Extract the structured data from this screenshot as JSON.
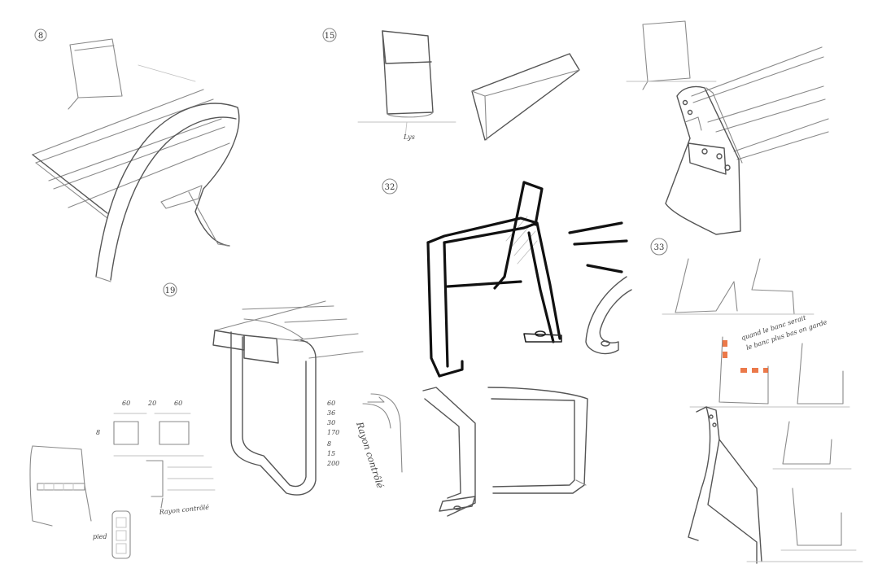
{
  "sheet": {
    "sketch_numbers": {
      "s8": "8",
      "s15": "15",
      "s19": "19",
      "s32": "32",
      "s33": "33"
    },
    "dimension_labels": {
      "top": [
        "60",
        "20",
        "60"
      ],
      "left": "8",
      "column": [
        "60",
        "36",
        "30",
        "170",
        "8",
        "15",
        "200"
      ]
    },
    "annotations": {
      "rayon": "Rayon contrôlé",
      "rayon_small": "Rayon contrôlé",
      "note_line1": "quand le banc serait",
      "note_line2": "le banc plus bas on garde",
      "legend_small": "Lys",
      "pied": "pied"
    },
    "accent_color": "#e8622a"
  }
}
